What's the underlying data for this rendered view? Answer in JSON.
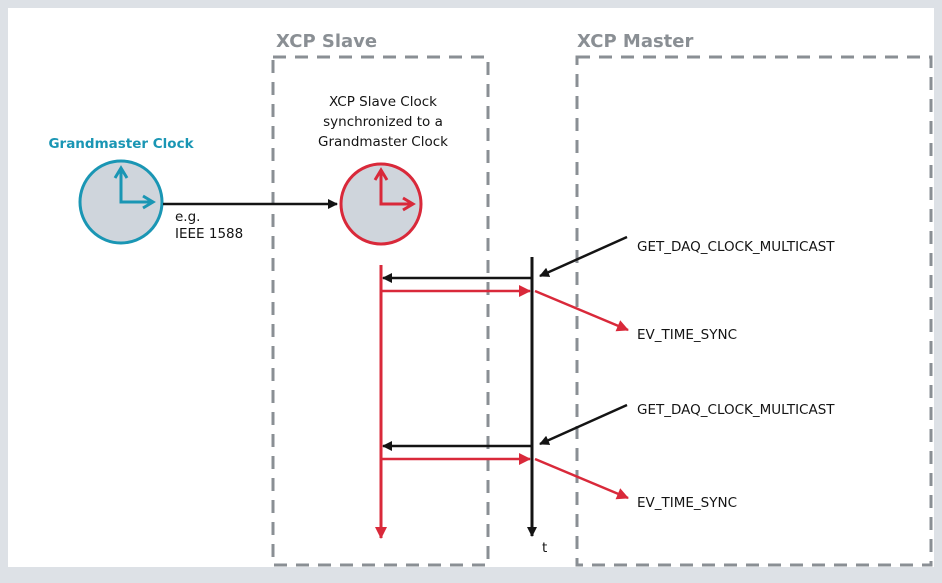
{
  "colors": {
    "frame": "#dde1e6",
    "dashed_box": "#8a8f94",
    "teal": "#1a96b4",
    "red": "#d9293a",
    "black": "#141414",
    "clock_fill": "#cfd5dc"
  },
  "regions": {
    "slave_title": "XCP Slave",
    "master_title": "XCP Master"
  },
  "grandmaster": {
    "label": "Grandmaster Clock",
    "link_label_line1": "e.g.",
    "link_label_line2": "IEEE 1588"
  },
  "slave_clock": {
    "caption_line1": "XCP Slave Clock",
    "caption_line2": "synchronized to a",
    "caption_line3": "Grandmaster Clock"
  },
  "messages": {
    "request1": "GET_DAQ_CLOCK_MULTICAST",
    "event1": "EV_TIME_SYNC",
    "request2": "GET_DAQ_CLOCK_MULTICAST",
    "event2": "EV_TIME_SYNC"
  },
  "axis": {
    "time_label": "t"
  }
}
